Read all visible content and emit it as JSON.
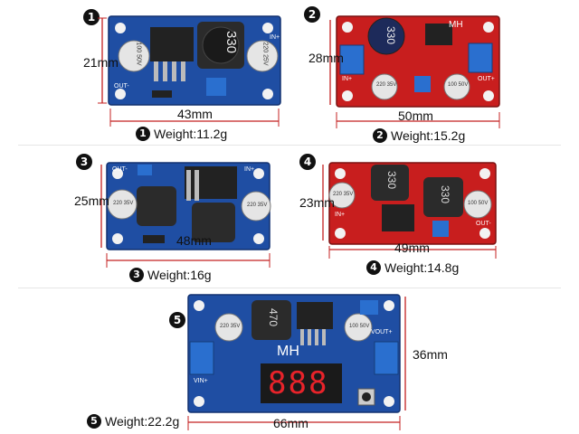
{
  "modules": [
    {
      "num": "1",
      "height": "21mm",
      "width": "43mm",
      "weight": "Weight:11.2g",
      "inductor": "330",
      "cap_left": "100 50V",
      "cap_right": "220 25V",
      "pin_in": "IN+",
      "pin_out": "OUT-"
    },
    {
      "num": "2",
      "height": "28mm",
      "width": "50mm",
      "weight": "Weight:15.2g",
      "inductor": "330",
      "cap_left": "220 35V",
      "cap_right": "100 50V",
      "pin_in": "IN+",
      "pin_out": "OUT+",
      "brand": "MH"
    },
    {
      "num": "3",
      "height": "25mm",
      "width": "48mm",
      "weight": "Weight:16g",
      "cap_left": "220 35V",
      "cap_right": "220 35V",
      "pin_in": "IN+",
      "pin_out": "OUT-"
    },
    {
      "num": "4",
      "height": "23mm",
      "width": "49mm",
      "weight": "Weight:14.8g",
      "inductor": "330",
      "inductor2": "330",
      "cap_left": "220 35V",
      "cap_right": "100 50V",
      "pin_in": "IN+",
      "pin_out": "OUT-"
    },
    {
      "num": "5",
      "height": "36mm",
      "width": "66mm",
      "weight": "Weight:22.2g",
      "inductor": "470",
      "cap_left": "220 35V",
      "cap_right": "100 50V",
      "brand": "MH",
      "display": "888",
      "pin_in": "VIN+",
      "pin_out": "VOUT+"
    }
  ],
  "colors": {
    "board_blue": "#1f4ea3",
    "board_red": "#c81e1e",
    "dim_line": "#c42121",
    "terminal": "#2a6fcf"
  }
}
